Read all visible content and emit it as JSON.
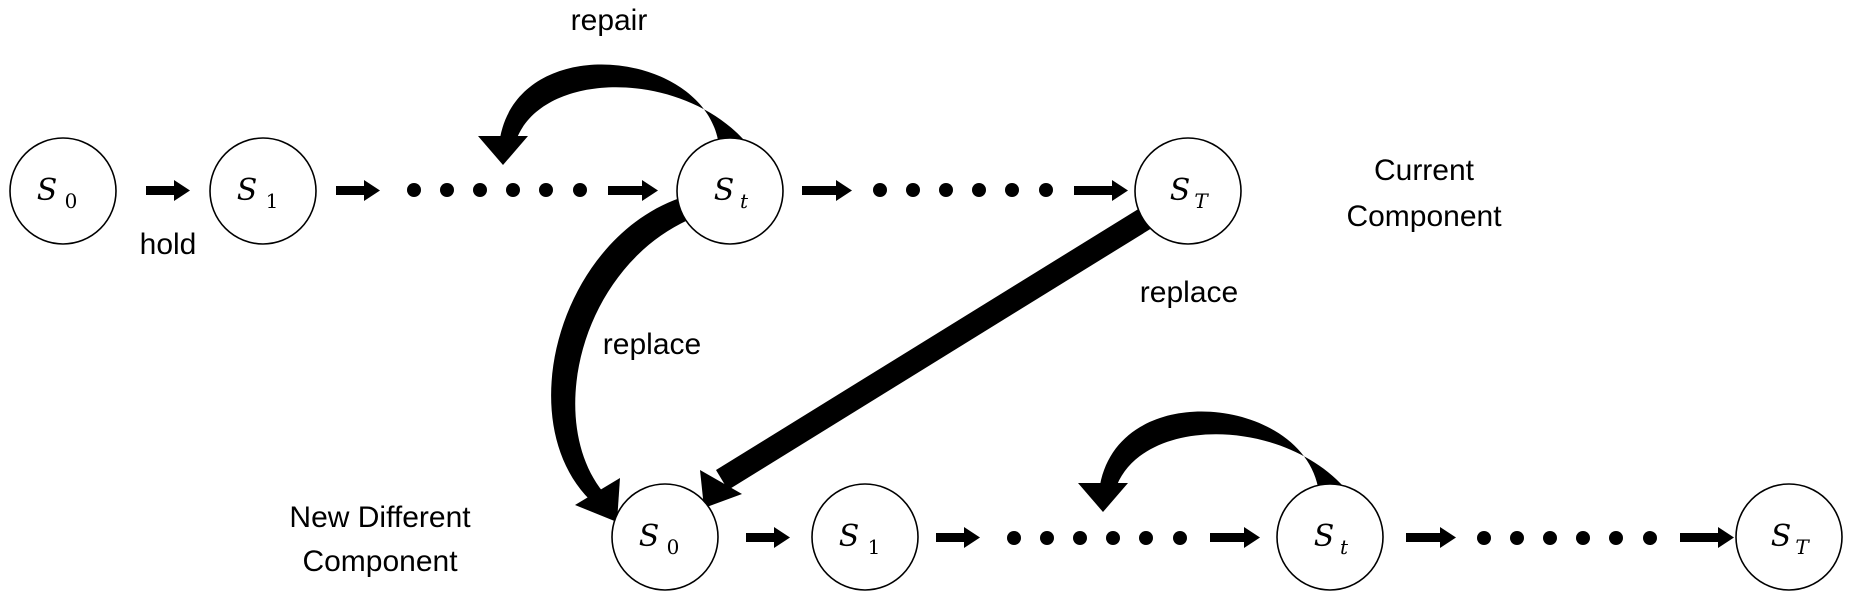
{
  "current_row": {
    "nodes": [
      {
        "main": "S",
        "sub": "0"
      },
      {
        "main": "S",
        "sub": "1"
      },
      {
        "main": "S",
        "sub": "t"
      },
      {
        "main": "S",
        "sub": "T"
      }
    ],
    "caption_line1": "Current",
    "caption_line2": "Component"
  },
  "new_row": {
    "nodes": [
      {
        "main": "S",
        "sub": "0"
      },
      {
        "main": "S",
        "sub": "1"
      },
      {
        "main": "S",
        "sub": "t"
      },
      {
        "main": "S",
        "sub": "T"
      }
    ],
    "caption_line1": "New Different",
    "caption_line2": "Component"
  },
  "edge_labels": {
    "hold": "hold",
    "repair": "repair",
    "replace_from_t": "replace",
    "replace_from_T": "replace"
  }
}
